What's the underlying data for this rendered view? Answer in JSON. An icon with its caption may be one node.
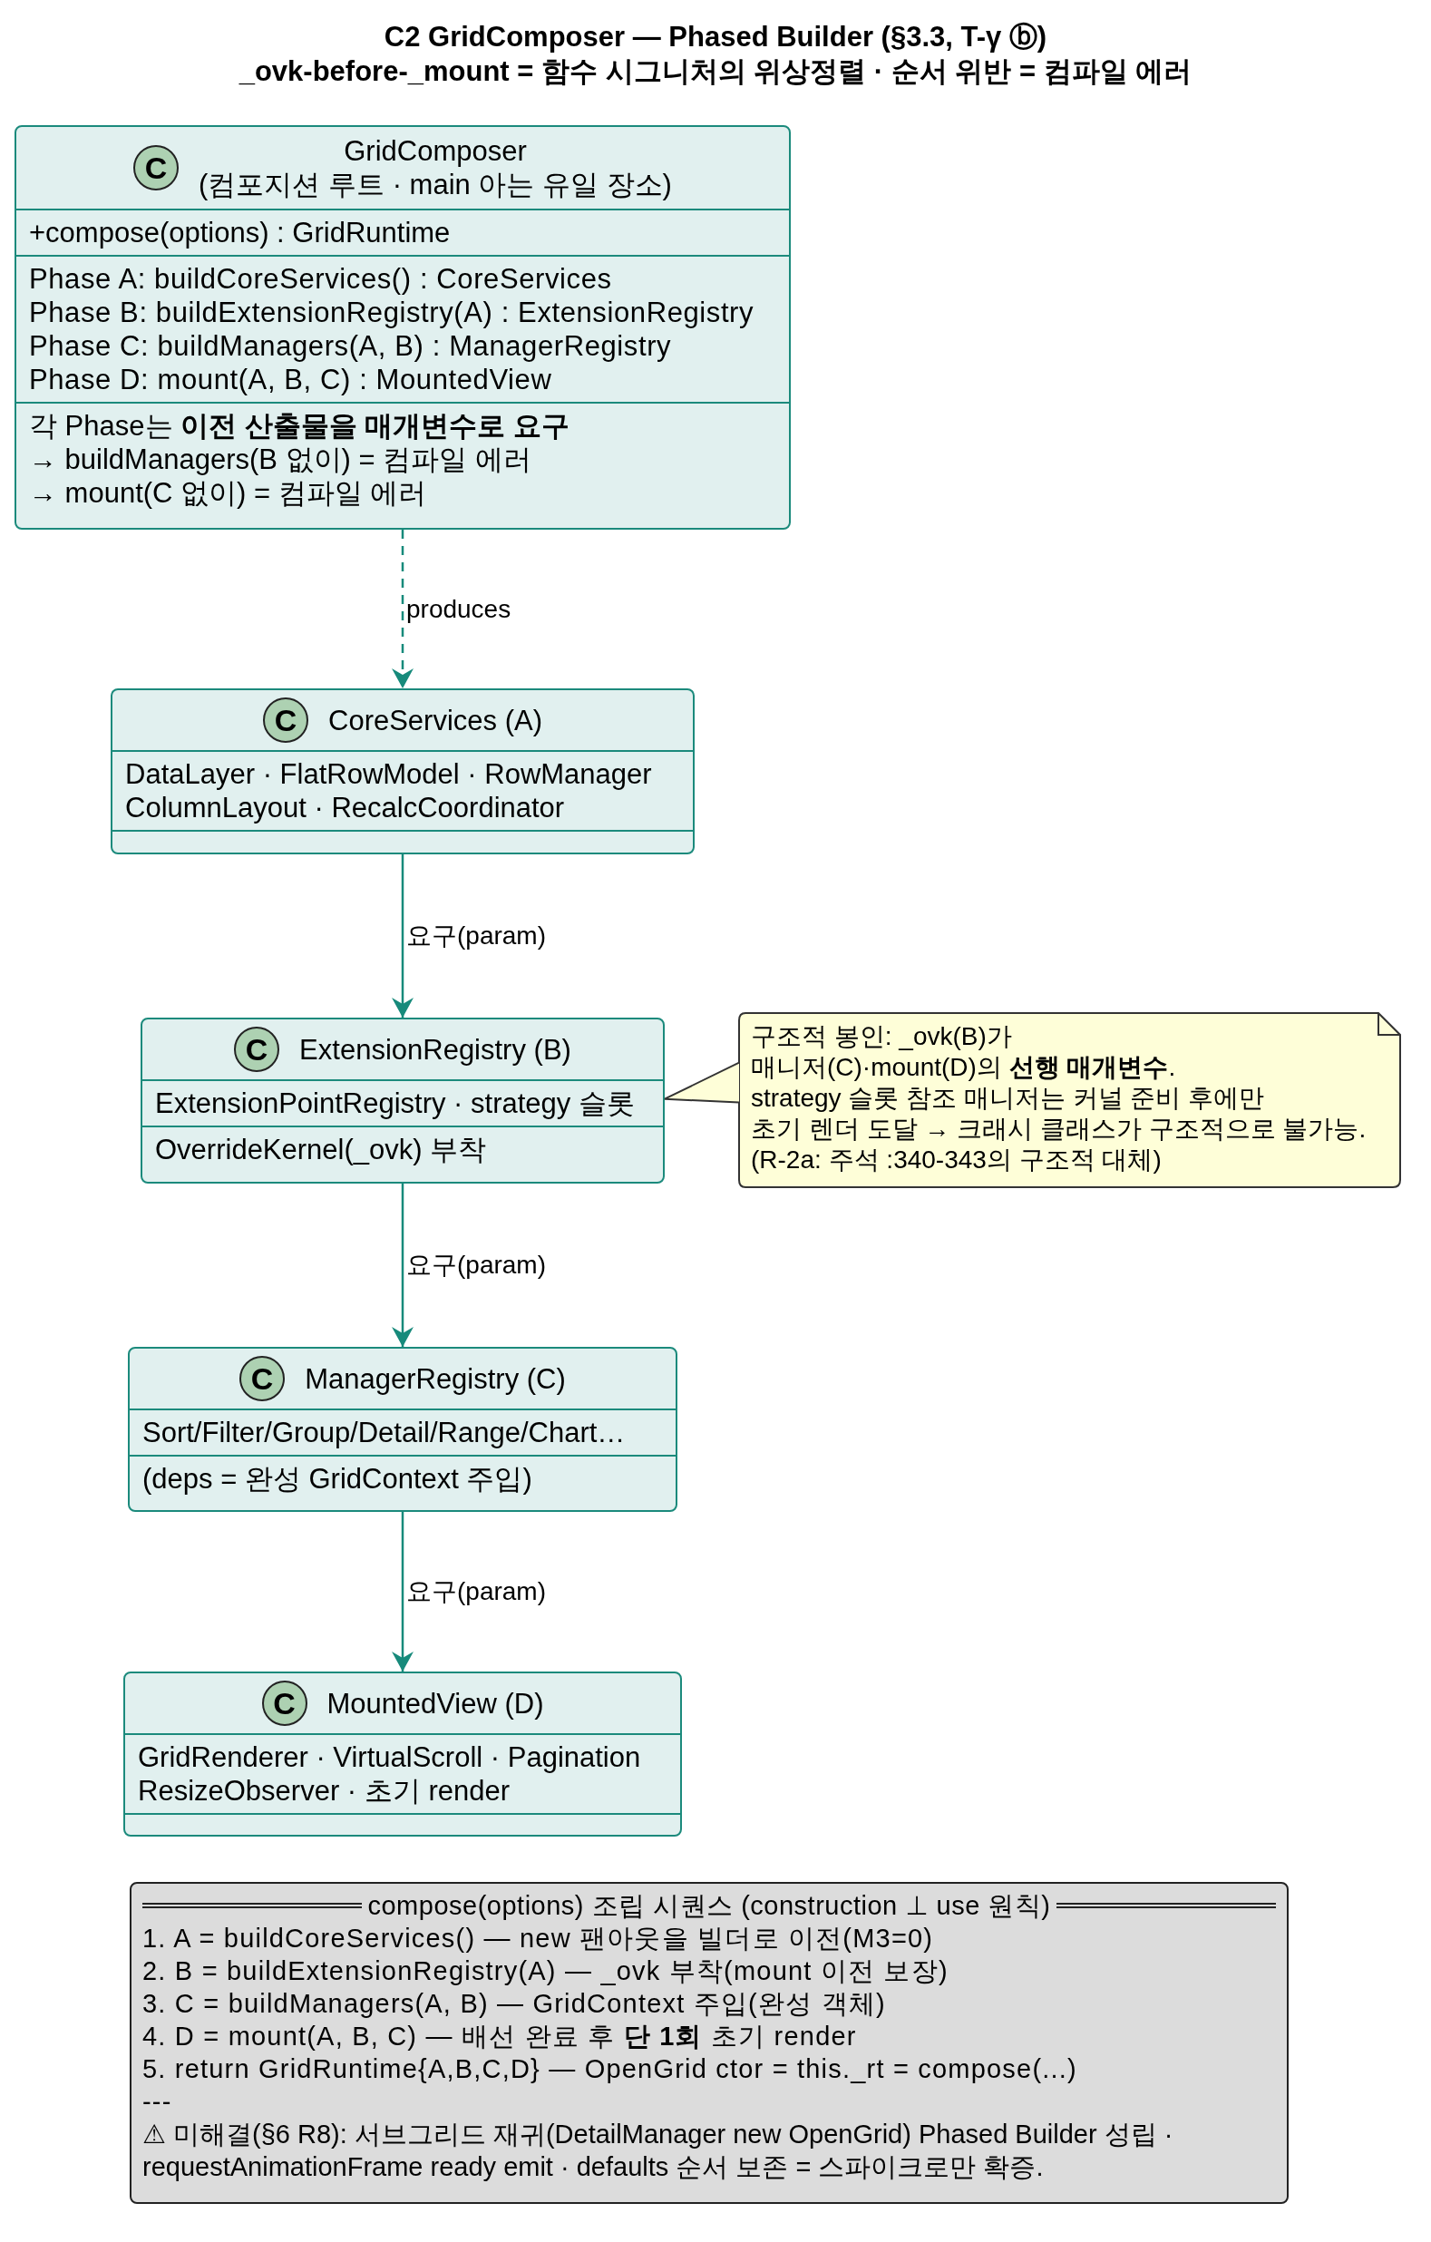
{
  "diagram": {
    "title": "C2 GridComposer — Phased Builder (§3.3, T-γ ⓑ)",
    "labels": [
      "_ovk-before-_mount = 함수 시그니처의 위상정렬 · 순서 위반 = 컴파일 에러"
    ],
    "nodes": [
      {
        "text": [
          "C",
          "GridComposer",
          "(컴포지션 루트 · main 아는 유일 장소)",
          "+compose(options) : GridRuntime",
          "Phase A: buildCoreServices() : CoreServices",
          "Phase B: buildExtensionRegistry(A) : ExtensionRegistry",
          "Phase C: buildManagers(A, B) : ManagerRegistry",
          "Phase D: mount(A, B, C) : MountedView",
          "각 Phase는 **이전 산출물을 매개변수로 요구**",
          "→ buildManagers(B 없이) = 컴파일 에러",
          "→ mount(C 없이) = 컴파일 에러"
        ]
      },
      {
        "text": [
          "C",
          "CoreServices (A)",
          "DataLayer · FlatRowModel · RowManager",
          "ColumnLayout · RecalcCoordinator"
        ]
      },
      {
        "text": [
          "C",
          "ExtensionRegistry (B)",
          "ExtensionPointRegistry · strategy 슬롯",
          "OverrideKernel(_ovk) 부착"
        ]
      },
      {
        "text": [
          "C",
          "ManagerRegistry (C)",
          "Sort/Filter/Group/Detail/Range/Chart…",
          "(deps = 완성 GridContext 주입)"
        ]
      },
      {
        "text": [
          "C",
          "MountedView (D)",
          "GridRenderer · VirtualScroll · Pagination",
          "ResizeObserver · 초기 render"
        ]
      },
      {
        "text": [
          "구조적 봉인: _ovk(B)가",
          "매니저(C)·mount(D)의 **선행 매개변수**.",
          "strategy 슬롯 참조 매니저는 커널 준비 후에만",
          "초기 렌더 도달 → 크래시 클래스가 구조적으로 불가능.",
          "(R-2a: 주석 :340-343의 구조적 대체)"
        ]
      },
      {
        "text": [
          "compose(options) 조립 시퀀스 (construction ⊥ use 원칙)",
          "1. A = buildCoreServices() — new 팬아웃을 빌더로 이전(M3=0)",
          "2. B = buildExtensionRegistry(A) — _ovk 부착(mount 이전 보장)",
          "3. C = buildManagers(A, B) — GridContext 주입(완성 객체)",
          "4. D = mount(A, B, C) — 배선 완료 후 **단 1회** 초기 render",
          "5. return GridRuntime{A,B,C,D} — OpenGrid ctor = this._rt = compose(...)",
          "---",
          "⚠ 미해결(§6 R8): 서브그리드 재귀(DetailManager new OpenGrid) Phased Builder 성립 · requestAnimationFrame ready emit · defaults 순서 보존 = 스파이크로만 확증."
        ]
      }
    ],
    "edges": [
      {
        "from": 0,
        "to": 1,
        "arrow": "to",
        "label": "produces",
        "style": "dashed"
      },
      {
        "from": 1,
        "to": 2,
        "arrow": "to",
        "label": "요구(param)"
      },
      {
        "from": 2,
        "to": 3,
        "arrow": "to",
        "label": "요구(param)"
      },
      {
        "from": 3,
        "to": 4,
        "arrow": "to",
        "label": "요구(param)"
      },
      {
        "from": 5,
        "to": 2,
        "arrow": "none"
      }
    ]
  }
}
